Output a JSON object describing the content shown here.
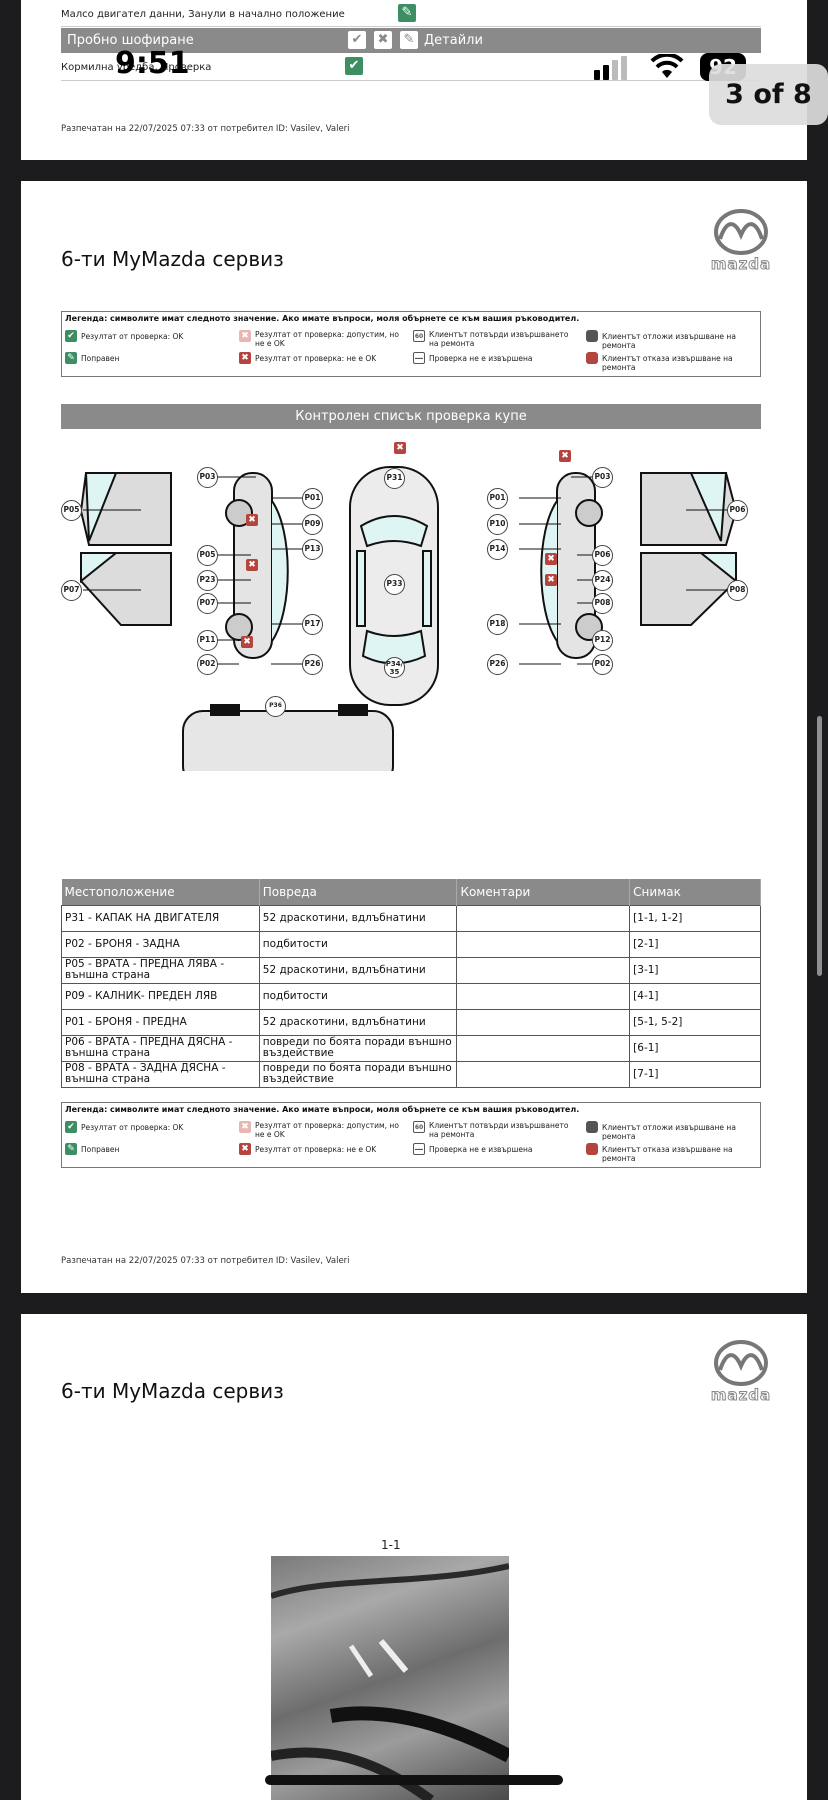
{
  "status_bar": {
    "time": "9:51",
    "battery": "92"
  },
  "page_indicator": "3 of 8",
  "page1": {
    "row1_text": "Малсо двигател данни, Занули в начално положение",
    "section_title": "Пробно шофиране",
    "section_details": "Детайли",
    "row2_text": "Кормилна уредба, Проверка",
    "printed": "Разпечатан на 22/07/2025 07:33 от потребител ID: Vasilev, Valeri"
  },
  "page2": {
    "title": "6-ти MyMazda сервиз",
    "logo": "mazda",
    "legend": {
      "header": "Легенда: символите имат следното значение. Ако имате въпроси, моля обърнете се към вашия ръководител.",
      "ok": "Резултат от проверка: OK",
      "acceptable": "Резултат от проверка: допустим, но не е OK",
      "customer_confirmed": "Клиентът потвърди извършването на ремонта",
      "customer_postponed": "Клиентът отложи  извършване на ремонта",
      "repaired": "Поправен",
      "not_ok": "Резултат от проверка: не е OK",
      "not_done": "Проверка не е извършена",
      "customer_refused": "Клиентът отказа извършване на ремонта"
    },
    "checklist_title": "Контролен списък проверка купе",
    "callouts": {
      "p01": "P01",
      "p02": "P02",
      "p03": "P03",
      "p05": "P05",
      "p06": "P06",
      "p07": "P07",
      "p08": "P08",
      "p09": "P09",
      "p10": "P10",
      "p11": "P11",
      "p12": "P12",
      "p13": "P13",
      "p14": "P14",
      "p17": "P17",
      "p18": "P18",
      "p23": "P23",
      "p24": "P24",
      "p26": "P26",
      "p31": "P31",
      "p33": "P33",
      "p34": "P34/\n35",
      "p36": "P36"
    },
    "table": {
      "headers": [
        "Местоположение",
        "Повреда",
        "Коментари",
        "Снимак"
      ],
      "rows": [
        [
          "P31 - КАПАК НА ДВИГАТЕЛЯ",
          "52 драскотини, вдлъбнатини",
          "",
          "[1-1, 1-2]"
        ],
        [
          "P02 - БРОНЯ - ЗАДНА",
          "подбитости",
          "",
          "[2-1]"
        ],
        [
          "P05 - ВРАТА - ПРЕДНА ЛЯВА - външна страна",
          "52 драскотини, вдлъбнатини",
          "",
          "[3-1]"
        ],
        [
          "P09 - КАЛНИК- ПРЕДЕН ЛЯВ",
          "подбитости",
          "",
          "[4-1]"
        ],
        [
          "P01 - БРОНЯ - ПРЕДНА",
          "52 драскотини, вдлъбнатини",
          "",
          "[5-1, 5-2]"
        ],
        [
          "P06 - ВРАТА - ПРЕДНА ДЯСНА - външна страна",
          "повреди по боята поради външно въздействие",
          "",
          "[6-1]"
        ],
        [
          "P08 - ВРАТА - ЗАДНА ДЯСНА - външна страна",
          "повреди по боята поради външно въздействие",
          "",
          "[7-1]"
        ]
      ]
    },
    "printed": "Разпечатан на 22/07/2025 07:33 от потребител ID: Vasilev, Valeri"
  },
  "page3": {
    "title": "6-ти MyMazda сервиз",
    "logo": "mazda",
    "photo_label": "1-1"
  }
}
